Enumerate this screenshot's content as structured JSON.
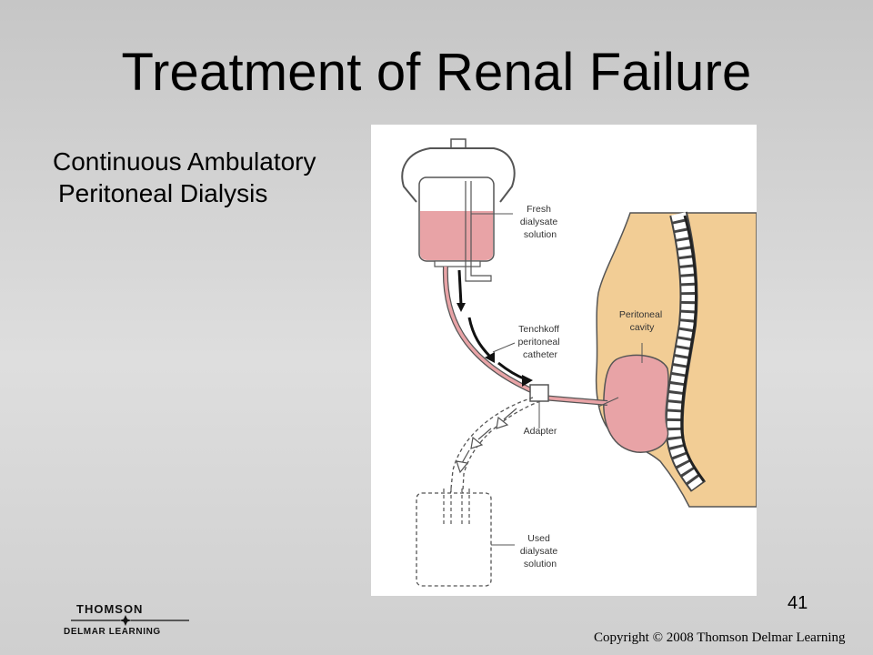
{
  "slide": {
    "title": "Treatment of Renal Failure",
    "bullet_line1": "Continuous Ambulatory",
    "bullet_line2": "Peritoneal Dialysis",
    "page_number": "41",
    "copyright": "Copyright © 2008 Thomson Delmar Learning"
  },
  "logo": {
    "line1": "THOMSON",
    "line2": "DELMAR LEARNING"
  },
  "diagram": {
    "labels": {
      "fresh": [
        "Fresh",
        "dialysate",
        "solution"
      ],
      "catheter": [
        "Tenchkoff",
        "peritoneal",
        "catheter"
      ],
      "cavity": [
        "Peritoneal",
        "cavity"
      ],
      "adapter": [
        "Adapter"
      ],
      "used": [
        "Used",
        "dialysate",
        "solution"
      ]
    },
    "colors": {
      "dialysate": "#e8a3a6",
      "skin": "#f2cd95",
      "outline": "#555555",
      "spine": "#ffffff"
    }
  }
}
